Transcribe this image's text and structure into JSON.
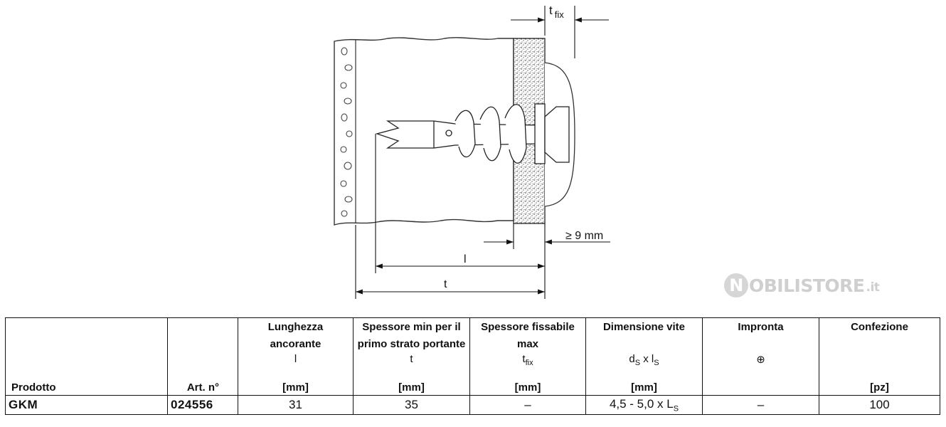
{
  "diagram": {
    "t_fix_main": "t",
    "t_fix_sub": "fix",
    "min_depth": "≥ 9 mm",
    "l_label": "l",
    "t_label": "t"
  },
  "logo": {
    "mark": "N",
    "name": "OBILISTORE",
    "tld": ".it"
  },
  "table": {
    "headers": {
      "product": "Prodotto",
      "art_no": "Art. n°",
      "anchor_length": {
        "title": "Lunghezza ancorante",
        "symbol": "l",
        "unit": "[mm]"
      },
      "min_thickness": {
        "title": "Spessore min per il primo strato portante",
        "symbol": "t",
        "unit": "[mm]"
      },
      "fix_thickness": {
        "title": "Spessore fissabile max",
        "symbol_main": "t",
        "symbol_sub": "fix",
        "unit": "[mm]"
      },
      "screw_size": {
        "title": "Dimensione vite",
        "sym_d": "d",
        "sym_d_sub": "S",
        "sym_x": " x l",
        "sym_l_sub": "S",
        "unit": "[mm]"
      },
      "drive": {
        "title": "Impronta",
        "symbol": "⊕"
      },
      "pack": {
        "title": "Confezione",
        "unit": "[pz]"
      }
    },
    "row": {
      "product": "GKM",
      "art_no": "024556",
      "anchor_length": "31",
      "min_thickness": "35",
      "fix_thickness": "–",
      "screw_size_main": "4,5 - 5,0 x L",
      "screw_size_sub": "S",
      "drive": "–",
      "pack": "100"
    }
  }
}
